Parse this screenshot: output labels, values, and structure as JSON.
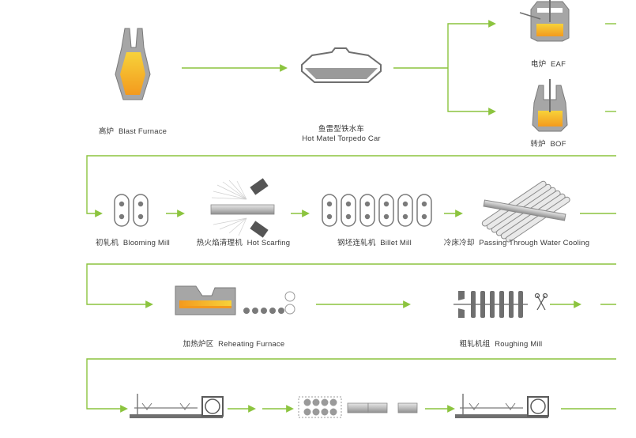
{
  "colors": {
    "flow_line": "#8cc43f",
    "equipment_fill": "#a6a6a6",
    "equipment_stroke": "#6f6f6f",
    "molten_steel": "#f7c520",
    "molten_hot": "#f39a1e",
    "background": "#ffffff"
  },
  "stages": {
    "blast_furnace": {
      "cn": "高炉",
      "en": "Blast Furnace"
    },
    "torpedo_car": {
      "cn": "鱼雷型铁水车",
      "en": "Hot Matel Torpedo Car"
    },
    "eaf": {
      "cn": "电炉",
      "en": "EAF"
    },
    "bof": {
      "cn": "转炉",
      "en": "BOF"
    },
    "blooming_mill": {
      "cn": "初轧机",
      "en": "Blooming Mill"
    },
    "hot_scarfing": {
      "cn": "热火焰清理机",
      "en": "Hot Scarfing"
    },
    "billet_mill": {
      "cn": "钢坯连轧机",
      "en": "Billet Mill"
    },
    "water_cooling": {
      "cn": "冷床冷却",
      "en": "Passing Through Water Cooling"
    },
    "reheating_furnace": {
      "cn": "加热炉区",
      "en": "Reheating Furnace"
    },
    "roughing_mill": {
      "cn": "粗轧机组",
      "en": "Roughing Mill"
    }
  }
}
